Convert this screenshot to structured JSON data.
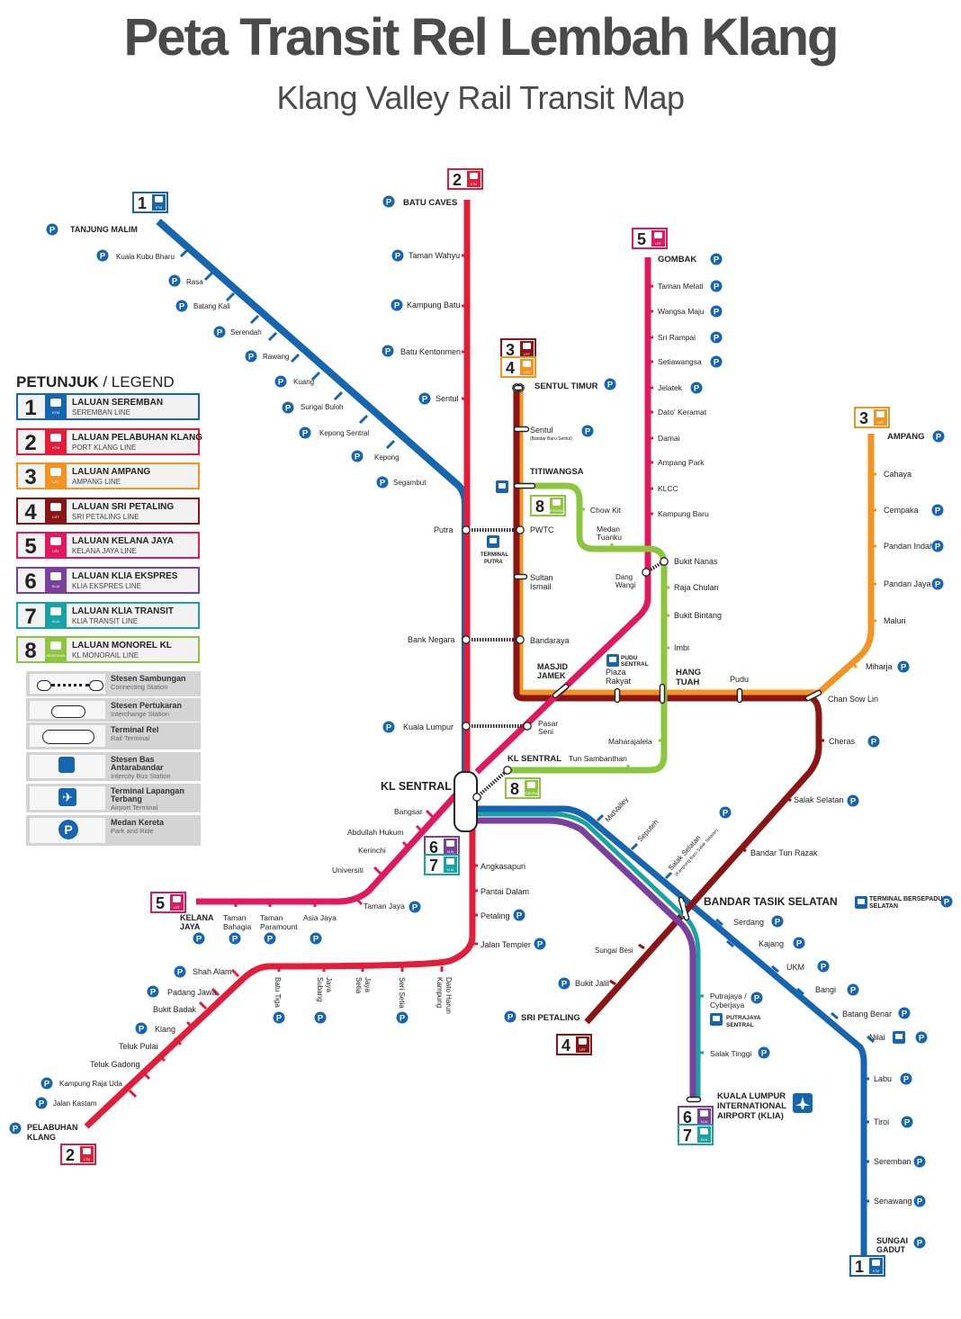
{
  "title": "Peta Transit Rel Lembah Klang",
  "subtitle": "Klang Valley Rail Transit Map",
  "colors": {
    "line1": "#1565b0",
    "line2": "#e11d3a",
    "line3": "#f39321",
    "line4": "#8b1414",
    "line5": "#e0195e",
    "line6": "#7b3f9e",
    "line7": "#17a2a6",
    "line8": "#8cc63f",
    "park": "#1565b0"
  },
  "legend": {
    "title_bold": "PETUNJUK",
    "title_rest": " / LEGEND",
    "lines": [
      {
        "num": "1",
        "name": "LALUAN SEREMBAN",
        "name_en": "SEREMBAN LINE",
        "icon": "ktm-train-icon",
        "tag": "KTM"
      },
      {
        "num": "2",
        "name": "LALUAN PELABUHAN KLANG",
        "name_en": "PORT KLANG LINE",
        "icon": "ktm-train-icon",
        "tag": "KTM"
      },
      {
        "num": "3",
        "name": "LALUAN AMPANG",
        "name_en": "AMPANG LINE",
        "icon": "lrt-train-icon",
        "tag": "LRT"
      },
      {
        "num": "4",
        "name": "LALUAN SRI PETALING",
        "name_en": "SRI PETALING LINE",
        "icon": "lrt-train-icon",
        "tag": "LRT"
      },
      {
        "num": "5",
        "name": "LALUAN KELANA JAYA",
        "name_en": "KELANA JAYA LINE",
        "icon": "lrt-train-icon",
        "tag": "LRT"
      },
      {
        "num": "6",
        "name": "LALUAN KLIA EKSPRES",
        "name_en": "KLIA EKSPRES LINE",
        "icon": "klia-train-icon",
        "tag": "KLIA"
      },
      {
        "num": "7",
        "name": "LALUAN KLIA TRANSIT",
        "name_en": "KLIA TRANSIT LINE",
        "icon": "klia-train-icon",
        "tag": "KLIA"
      },
      {
        "num": "8",
        "name": "LALUAN MONOREL KL",
        "name_en": "KL MONORAIL LINE",
        "icon": "monorail-icon",
        "tag": "MONORAIL"
      }
    ],
    "symbols": [
      {
        "name": "Stesen Sambungan",
        "name_en": "Connecting Station",
        "icon": "connecting-station-icon"
      },
      {
        "name": "Stesen Pertukaran",
        "name_en": "Interchange Station",
        "icon": "interchange-station-icon"
      },
      {
        "name": "Terminal Rel",
        "name_en": "Rail Terminal",
        "icon": "rail-terminal-icon"
      },
      {
        "name": "Stesen Bas Antarabandar",
        "name_en": "Intercity Bus Station",
        "icon": "bus-icon"
      },
      {
        "name": "Terminal Lapangan Terbang",
        "name_en": "Airport Terminal",
        "icon": "airplane-icon"
      },
      {
        "name": "Medan Kereta",
        "name_en": "Park and Ride",
        "icon": "park-and-ride-icon"
      }
    ]
  },
  "stations": {
    "l1": [
      "TANJUNG MALIM",
      "Kuala Kubu Bharu",
      "Rasa",
      "Batang Kali",
      "Serendah",
      "Rawang",
      "Kuang",
      "Sungai Buloh",
      "Kepong Sentral",
      "Kepong",
      "Segambut"
    ],
    "l1s": [
      "MidValley",
      "Seputeh",
      "Salak Selatan",
      "(Kampung Baru Salak Selatan)",
      "BANDAR TASIK SELATAN",
      "Serdang",
      "Kajang",
      "UKM",
      "Bangi",
      "Batang Benar",
      "Nilai",
      "Labu",
      "Tiroi",
      "Seremban",
      "Senawang",
      "SUNGAI",
      "GADUT"
    ],
    "l2": [
      "BATU CAVES",
      "Taman Wahyu",
      "Kampung Batu",
      "Batu Kentonmen",
      "Sentul",
      "Putra",
      "Bank Negara",
      "Kuala Lumpur",
      "KL SENTRAL"
    ],
    "l2s": [
      "Angkasapuri",
      "Pantai Dalam",
      "Petaling",
      "Jalan Templer",
      "Kampung",
      "Dato Harun",
      "Seri Setia",
      "Setia",
      "Jaya",
      "Subang",
      "Jaya",
      "Batu Tiga",
      "Shah Alam",
      "Padang Jawa",
      "Bukit Badak",
      "Klang",
      "Teluk Pulai",
      "Teluk Gadong",
      "Kampung Raja Uda",
      "Jalan Kastam",
      "PELABUHAN",
      "KLANG"
    ],
    "l3": [
      "SENTUL TIMUR",
      "Sentul",
      "(Bandar Baru Sentul)",
      "TITIWANGSA",
      "PWTC",
      "Sultan",
      "Ismail",
      "Bandaraya",
      "MASJID",
      "JAMEK",
      "Plaza",
      "Rakyat",
      "HANG",
      "TUAH",
      "Pudu",
      "Chan Sow Lin",
      "Miharja",
      "Maluri",
      "Pandan Jaya",
      "Pandan Indah",
      "Cempaka",
      "Cahaya",
      "AMPANG"
    ],
    "l4": [
      "Cheras",
      "Salak Selatan",
      "Bandar Tun Razak",
      "Sungai Besi",
      "Bukit Jalil",
      "SRI PETALING"
    ],
    "l5": [
      "GOMBAK",
      "Taman Melati",
      "Wangsa Maju",
      "Sri Rampai",
      "Setiawangsa",
      "Jelatek",
      "Dato' Keramat",
      "Damai",
      "Ampang Park",
      "KLCC",
      "Kampung Baru",
      "Dang",
      "Wangi",
      "Pasar",
      "Seni",
      "Bangsar",
      "Abdullah Hukum",
      "Kerinchi",
      "Universiti",
      "Taman Jaya",
      "Asia Jaya",
      "Taman",
      "Paramount",
      "Taman",
      "Bahagia",
      "KELANA",
      "JAYA"
    ],
    "l8": [
      "Chow Kit",
      "Medan",
      "Tuanku",
      "Bukit Nanas",
      "Raja Chulan",
      "Bukit Bintang",
      "Imbi",
      "Maharajalela",
      "Tun Sambanthan",
      "KL SENTRAL"
    ],
    "klia": [
      "Putrajaya /",
      "Cyberjaya",
      "Salak Tinggi",
      "KUALA LUMPUR",
      "INTERNATIONAL",
      "AIRPORT (KLIA)"
    ],
    "terminals": {
      "putra": [
        "TERMINAL",
        "PUTRA"
      ],
      "pudu": [
        "PUDU",
        "SENTRAL"
      ],
      "tbs": [
        "TERMINAL BERSEPADU",
        "SELATAN"
      ],
      "putrajaya": [
        "PUTRAJAYA",
        "SENTRAL"
      ]
    }
  },
  "badges": {
    "ktm": "KTM",
    "lrt": "LRT",
    "klia": "KLIA",
    "mono": "MONORAIL",
    "park": "P"
  }
}
